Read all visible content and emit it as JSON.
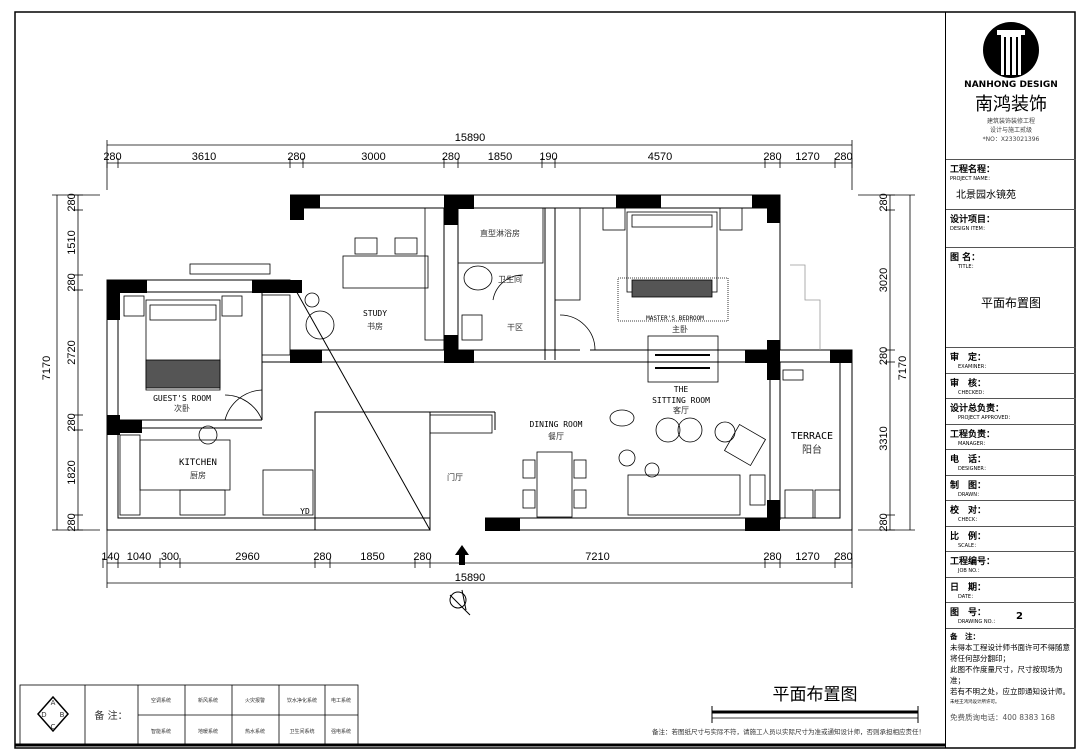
{
  "logo": {
    "brand_en": "NANHONG DESIGN",
    "brand_cn": "南鸿装饰",
    "line1": "建筑装饰装修工程",
    "line2": "设计与施工贰级",
    "license": "*NO：X233021396"
  },
  "title_block": {
    "project_name": {
      "label": "工程名程：",
      "en": "PROJECT NAME：",
      "value": "北景园水镜苑"
    },
    "design_item": {
      "label": "设计项目：",
      "en": "DESIGN ITEM："
    },
    "title": {
      "label": "图 名：",
      "en": "TITLE：",
      "value": "平面布置图"
    },
    "fields": [
      {
        "label": "审　定：",
        "en": "EXAMINER："
      },
      {
        "label": "审　核：",
        "en": "CHECKED："
      },
      {
        "label": "设计总负责：",
        "en": "PROJECT APPROVED："
      },
      {
        "label": "工程负责：",
        "en": "MANAGER："
      },
      {
        "label": "电　话：",
        "en": "DESIGNER："
      },
      {
        "label": "制　图：",
        "en": "DRAWN："
      },
      {
        "label": "校　对：",
        "en": "CHECK："
      },
      {
        "label": "比　例：",
        "en": "SCALE："
      },
      {
        "label": "工程编号：",
        "en": "JOB NO.："
      },
      {
        "label": "日　期：",
        "en": "DATE："
      },
      {
        "label": "图　号：",
        "en": "DRAWING NO.：",
        "value": "2"
      }
    ],
    "notes_label": "备　注：",
    "notes": [
      "未得本工程设计师书面许可不得随意将任何部分翻印；",
      "此图不作度量尺寸，尺寸按现场为准；",
      "若有不明之处，应立即通知设计师。",
      "未经王鸿鸿设计所许可。"
    ],
    "hotline": "免费质询电话：400 8383 168"
  },
  "dimensions": {
    "total_top": "15890",
    "total_bottom": "15890",
    "top": [
      "280",
      "3610",
      "280",
      "3000",
      "280",
      "1850",
      "190",
      "4570",
      "280",
      "1270",
      "280"
    ],
    "bottom": [
      "140",
      "1040",
      "300",
      "2960",
      "280",
      "1850",
      "280",
      "7210",
      "280",
      "1270",
      "280"
    ],
    "left": [
      "280",
      "1510",
      "280",
      "2720",
      "280",
      "1820",
      "280"
    ],
    "left_total": "7170",
    "right": [
      "280",
      "3020",
      "280",
      "3310",
      "280"
    ],
    "right_total": "7170"
  },
  "rooms": {
    "study_en": "STUDY",
    "study_cn": "书房",
    "shower": "直型淋浴房",
    "wc": "卫生间",
    "dry": "干区",
    "master_en": "MASTER'S BEDROOM",
    "master_cn": "主卧",
    "guest_en": "GUEST'S ROOM",
    "guest_cn": "次卧",
    "kitchen_en": "KITCHEN",
    "kitchen_cn": "厨房",
    "dining_en": "DINING ROOM",
    "dining_cn": "餐厅",
    "sitting_en1": "THE",
    "sitting_en2": "SITTING ROOM",
    "sitting_cn": "客厅",
    "terrace_en": "TERRACE",
    "terrace_cn": "阳台",
    "foyer": "门厅",
    "yd": "YD"
  },
  "legend": {
    "label": "备  注：",
    "systems": [
      "空调系统",
      "新风系统",
      "火灾报警",
      "饮水净化系统",
      "电工系统",
      "智能系统",
      "地暖系统",
      "热水系统",
      "卫生间系统",
      "强电系统"
    ],
    "compass": [
      "A",
      "B",
      "C",
      "D"
    ]
  },
  "drawing_title": "平面布置图",
  "footer_note": "备注：若图纸尺寸与实际不符，请施工人员以实际尺寸为准或通知设计师，否则承担相应责任！"
}
